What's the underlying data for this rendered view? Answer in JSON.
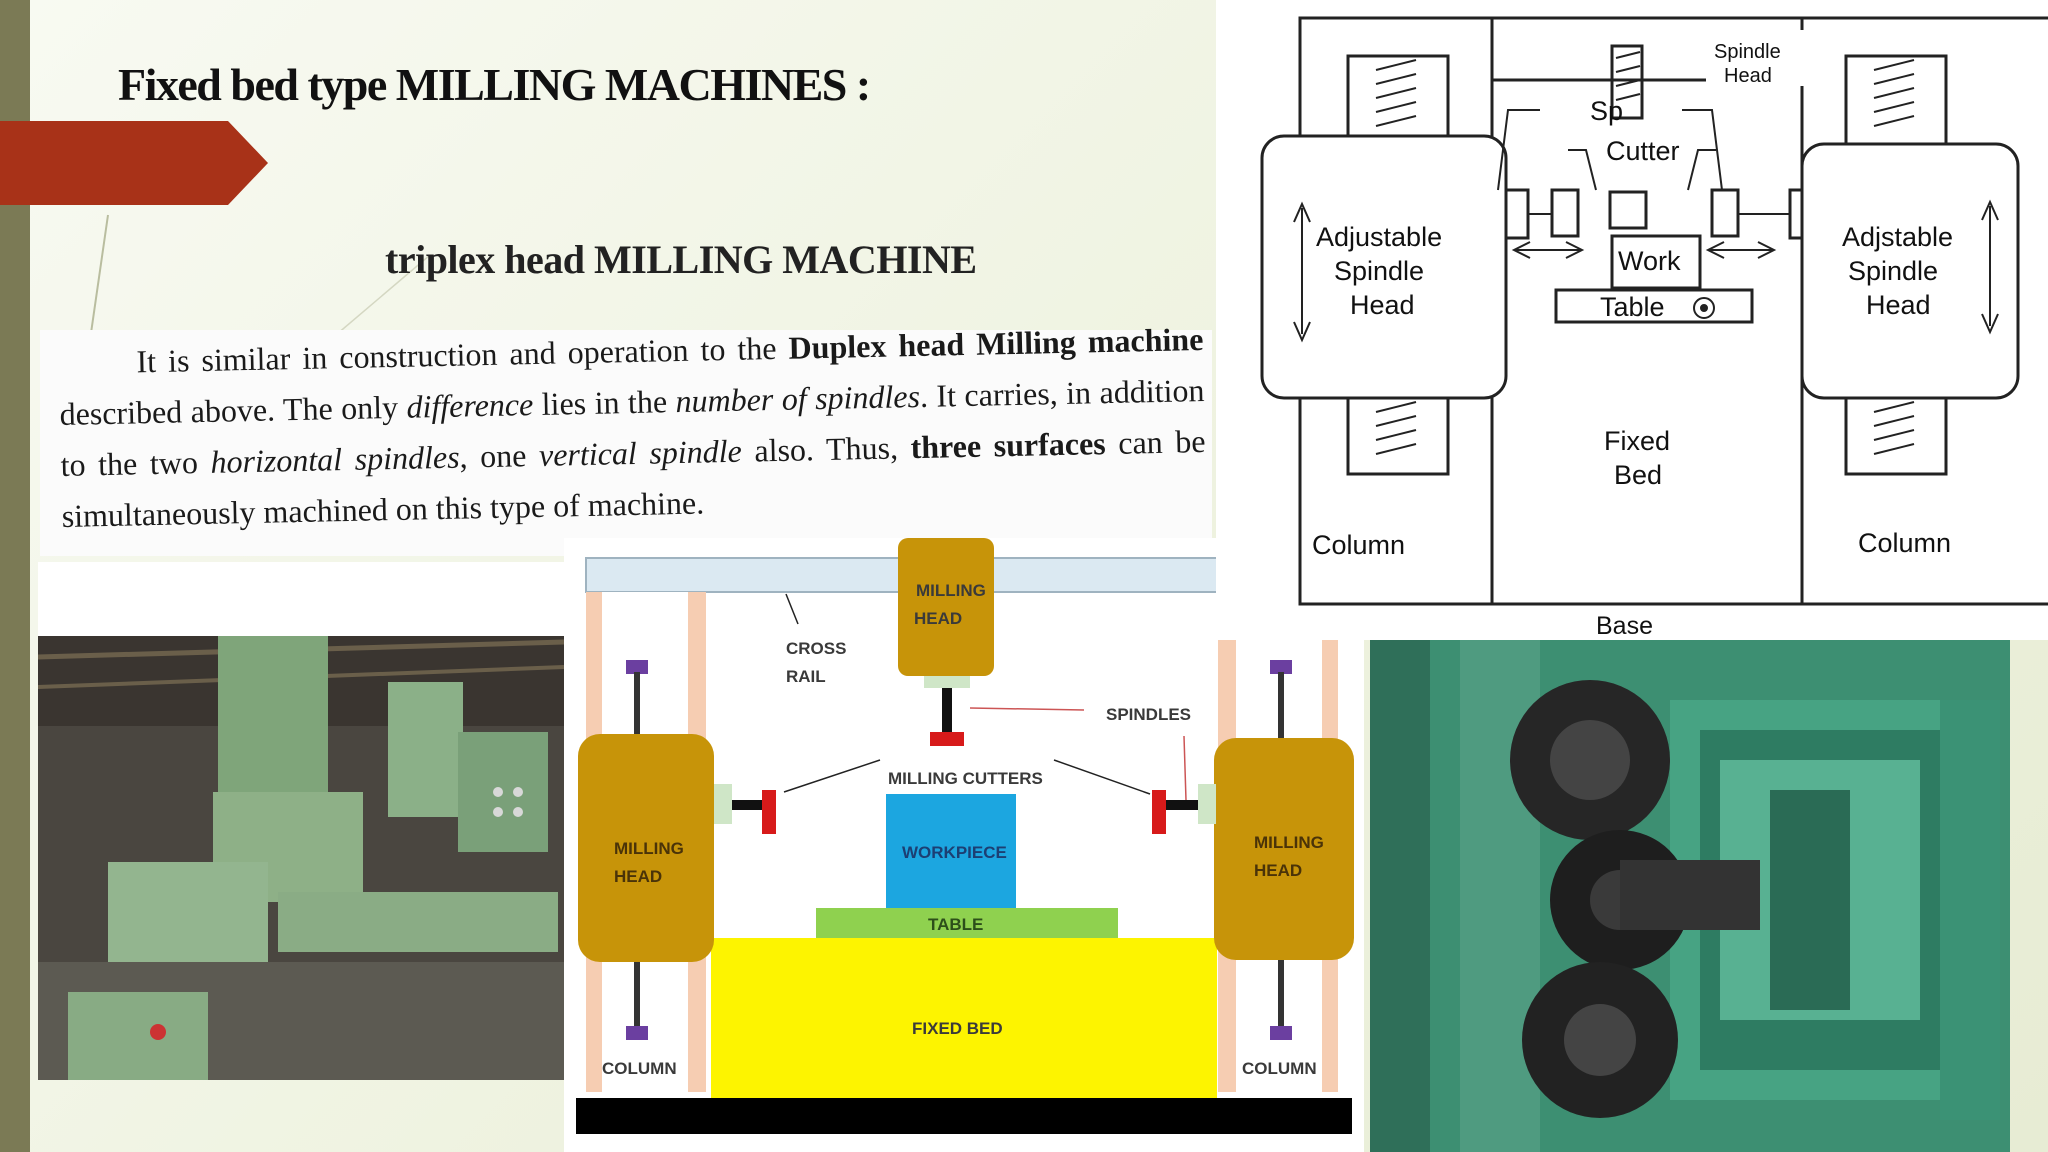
{
  "slide": {
    "title": "Fixed bed type  MILLING MACHINES :",
    "subtitle": "triplex  head  MILLING MACHINE",
    "paragraph": {
      "p1": "It is similar in construction and operation to the ",
      "b1": "Duplex head Milling machine",
      "p2": " described above. The only ",
      "i1": "difference",
      "p3": " lies in the ",
      "i2": "number of spindles",
      "p4": ". It carries, in addition to the two ",
      "i3": "horizontal spindles",
      "p5": ", one ",
      "i4": "vertical spindle",
      "p6": " also. Thus, ",
      "b2": "three surfaces",
      "p7": " can be simultaneously machined on this type of machine."
    }
  },
  "line_diagram": {
    "spindle_head": [
      "Spindle",
      "Head"
    ],
    "spindle_partial": "Sp",
    "cutter": "Cutter",
    "left_head": [
      "Adjustable",
      "Spindle",
      "Head"
    ],
    "right_head": [
      "Adjstable",
      "Spindle",
      "Head"
    ],
    "work": "Work",
    "table": "Table",
    "fixed_bed": [
      "Fixed",
      "Bed"
    ],
    "left_column": "Column",
    "right_column": "Column",
    "base": "Base"
  },
  "color_diagram": {
    "cross_rail": [
      "CROSS",
      "RAIL"
    ],
    "top_head": [
      "MILLING",
      "HEAD"
    ],
    "spindles": "SPINDLES",
    "milling_cutters": "MILLING CUTTERS",
    "workpiece": "WORKPIECE",
    "table": "TABLE",
    "fixed_bed": "FIXED BED",
    "left_head": [
      "MILLING",
      "HEAD"
    ],
    "right_head": [
      "MILLING",
      "HEAD"
    ],
    "left_column": "COLUMN",
    "right_column": "COLUMN"
  },
  "colors": {
    "accent_red": "#a83218",
    "left_bar": "#7b7a55",
    "head_gold": "#c79409",
    "bed_yellow": "#fdf400",
    "workpiece_blue": "#1ca6e0",
    "column_peach": "#f6cdb2",
    "machine_green": "#3d8f72"
  }
}
